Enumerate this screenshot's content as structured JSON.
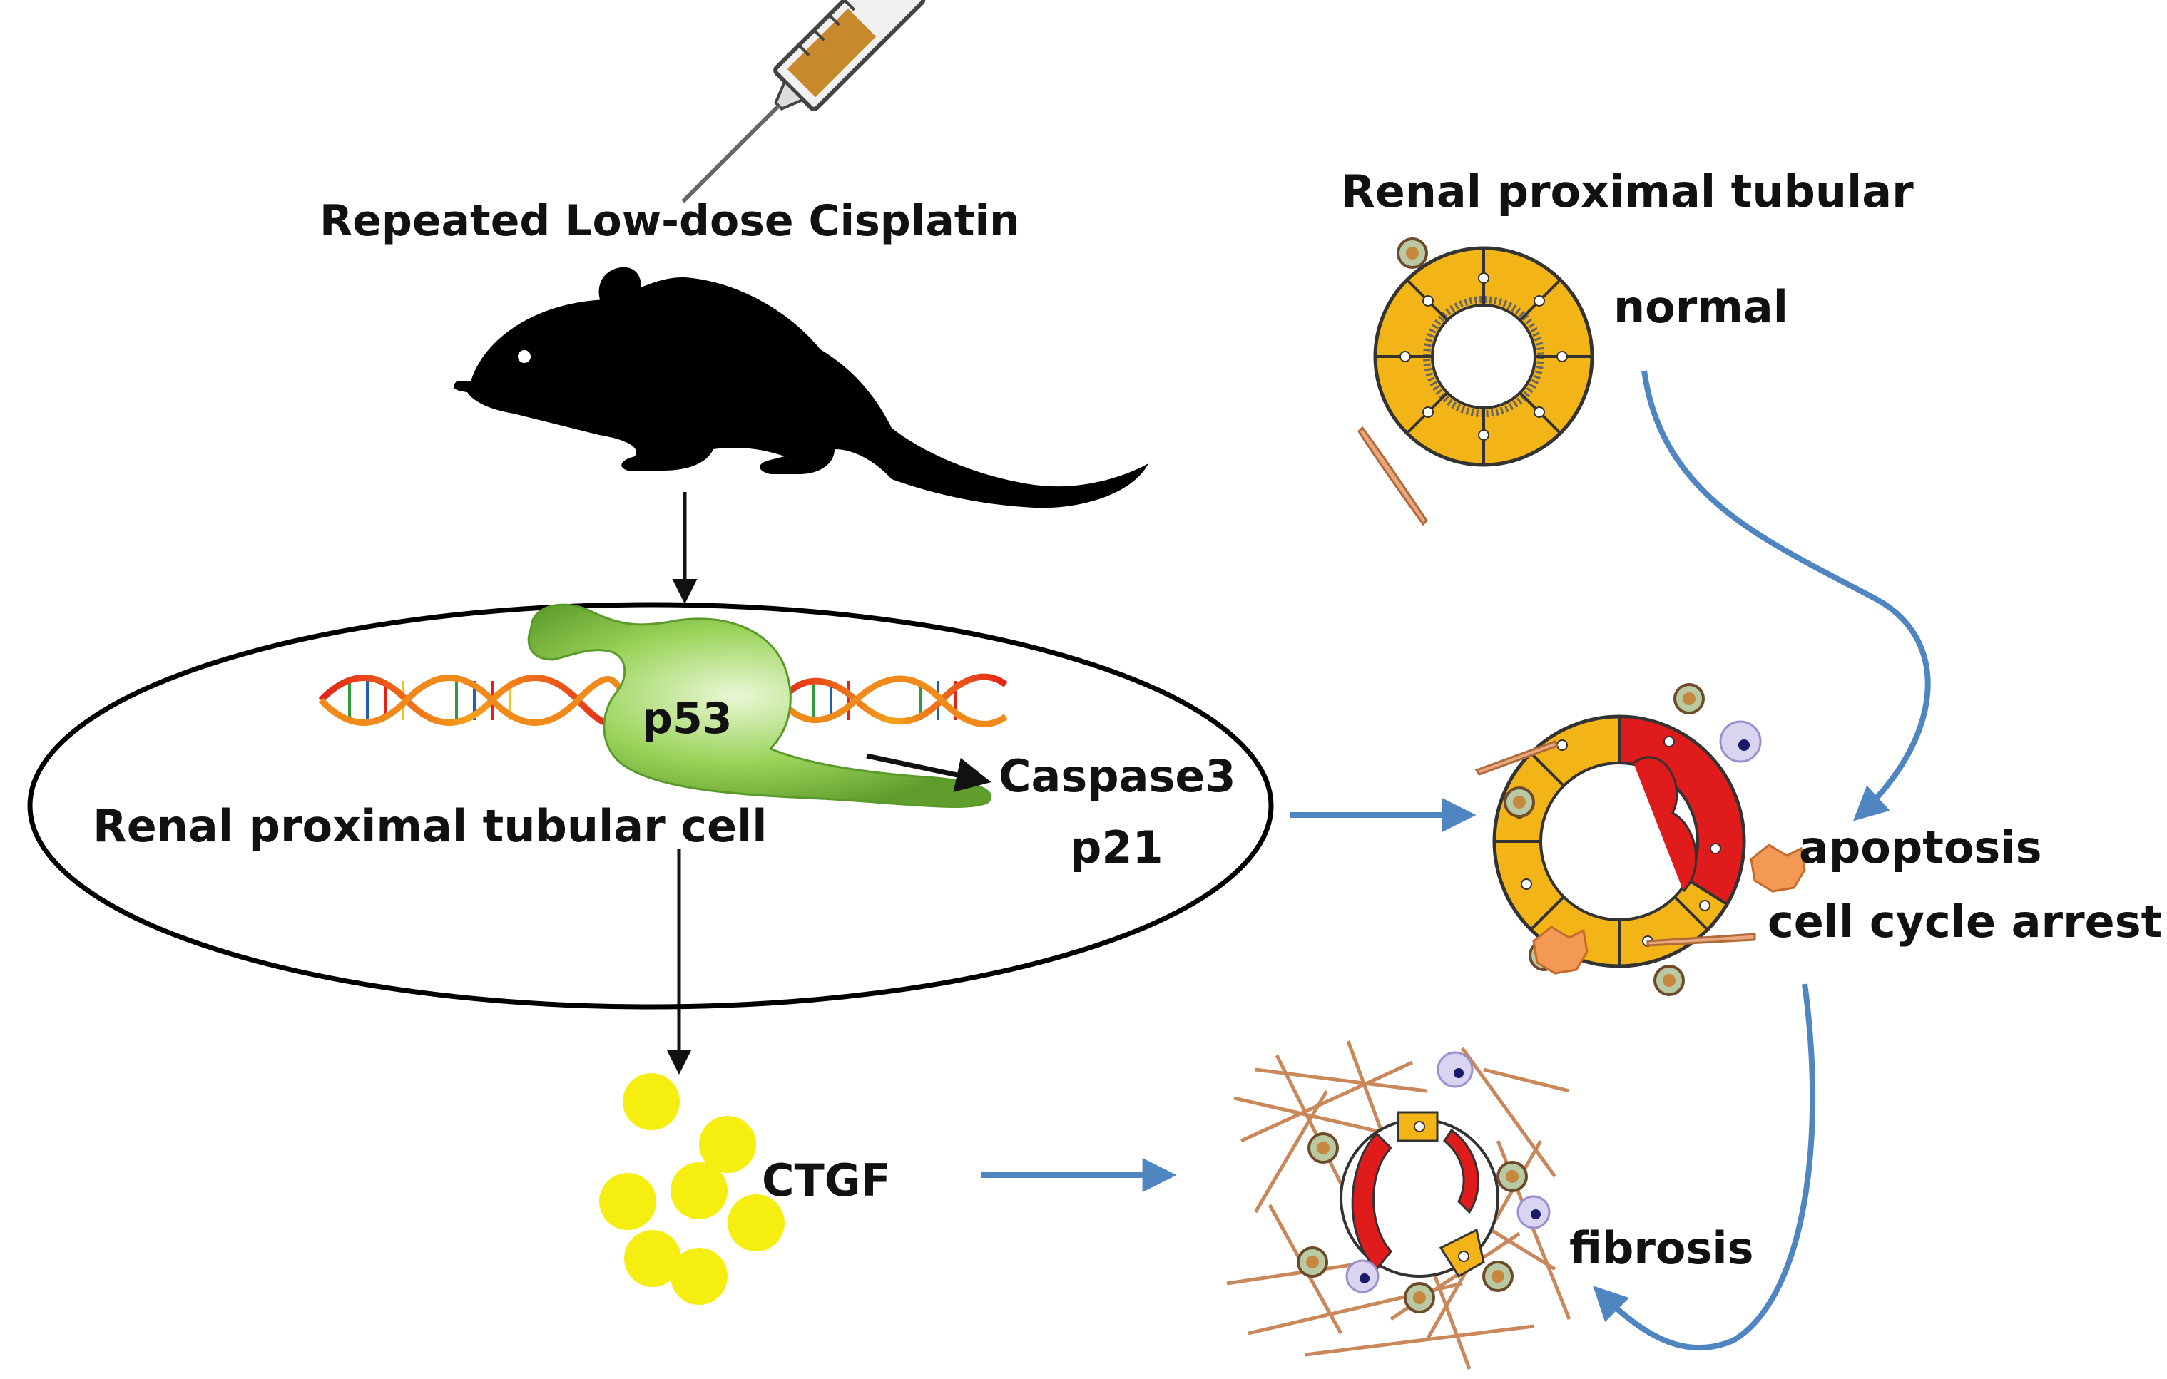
{
  "labels": {
    "cisplatin": "Repeated Low-dose Cisplatin",
    "tubular_title": "Renal proximal tubular",
    "normal": "normal",
    "p53": "p53",
    "caspase3": "Caspase3",
    "p21": "p21",
    "cell": "Renal proximal tubular cell",
    "apoptosis": "apoptosis",
    "cycle_arrest": "cell cycle arrest",
    "ctgf": "CTGF",
    "fibrosis": "fibrosis"
  },
  "colors": {
    "tubule_cell": "#f2b416",
    "damaged_cell": "#e01b1b",
    "p53_protein": "#8fcf4a",
    "ctgf_dot": "#f5ee10",
    "process_arrow": "#4f86c2",
    "pathway_arrow": "#111111",
    "fibre": "#c9875a"
  },
  "icons": [
    "syringe-icon",
    "mouse-icon",
    "dna-helix-icon"
  ]
}
